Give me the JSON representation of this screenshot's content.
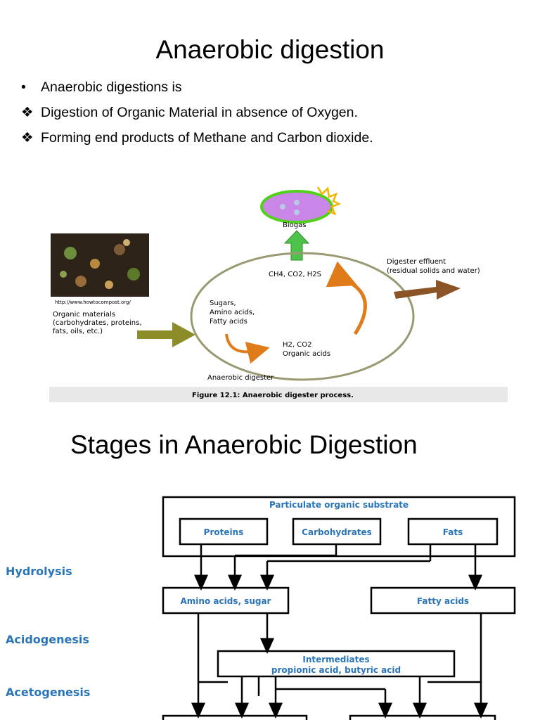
{
  "slide1": {
    "title": "Anaerobic digestion",
    "bullets": [
      {
        "marker": "•",
        "text": "Anaerobic digestions is"
      },
      {
        "marker": "❖",
        "text": "Digestion of Organic Material in absence of Oxygen."
      },
      {
        "marker": "❖",
        "text": "Forming end products of Methane and Carbon dioxide."
      }
    ],
    "figure": {
      "biogas": "Biogas",
      "gases": "CH4, CO2, H2S",
      "effluent_line1": "Digester effluent",
      "effluent_line2": "(residual solids and water)",
      "url": "http://www.howtocompost.org/",
      "organic_line1": "Organic materials",
      "organic_line2": "(carbohydrates, proteins,",
      "organic_line3": "fats, oils, etc.)",
      "inner_line1": "Sugars,",
      "inner_line2": "Amino acids,",
      "inner_line3": "Fatty acids",
      "h2co2": "H2, CO2",
      "organic_acids": "Organic acids",
      "digester": "Anaerobic digester",
      "caption": "Figure 12.1: Anaerobic digester process."
    }
  },
  "slide2": {
    "title": "Stages in Anaerobic Digestion",
    "stages": [
      "Hydrolysis",
      "Acidogenesis",
      "Acetogenesis"
    ],
    "boxes": {
      "substrate": "Particulate organic substrate",
      "proteins": "Proteins",
      "carbohydrates": "Carbohydrates",
      "fats": "Fats",
      "amino": "Amino acids, sugar",
      "fatty": "Fatty acids",
      "intermediates_line1": "Intermediates",
      "intermediates_line2": "propionic acid, butyric acid"
    },
    "colors": {
      "stage_text": "#2a74b8",
      "box_text": "#2a74b8"
    }
  }
}
